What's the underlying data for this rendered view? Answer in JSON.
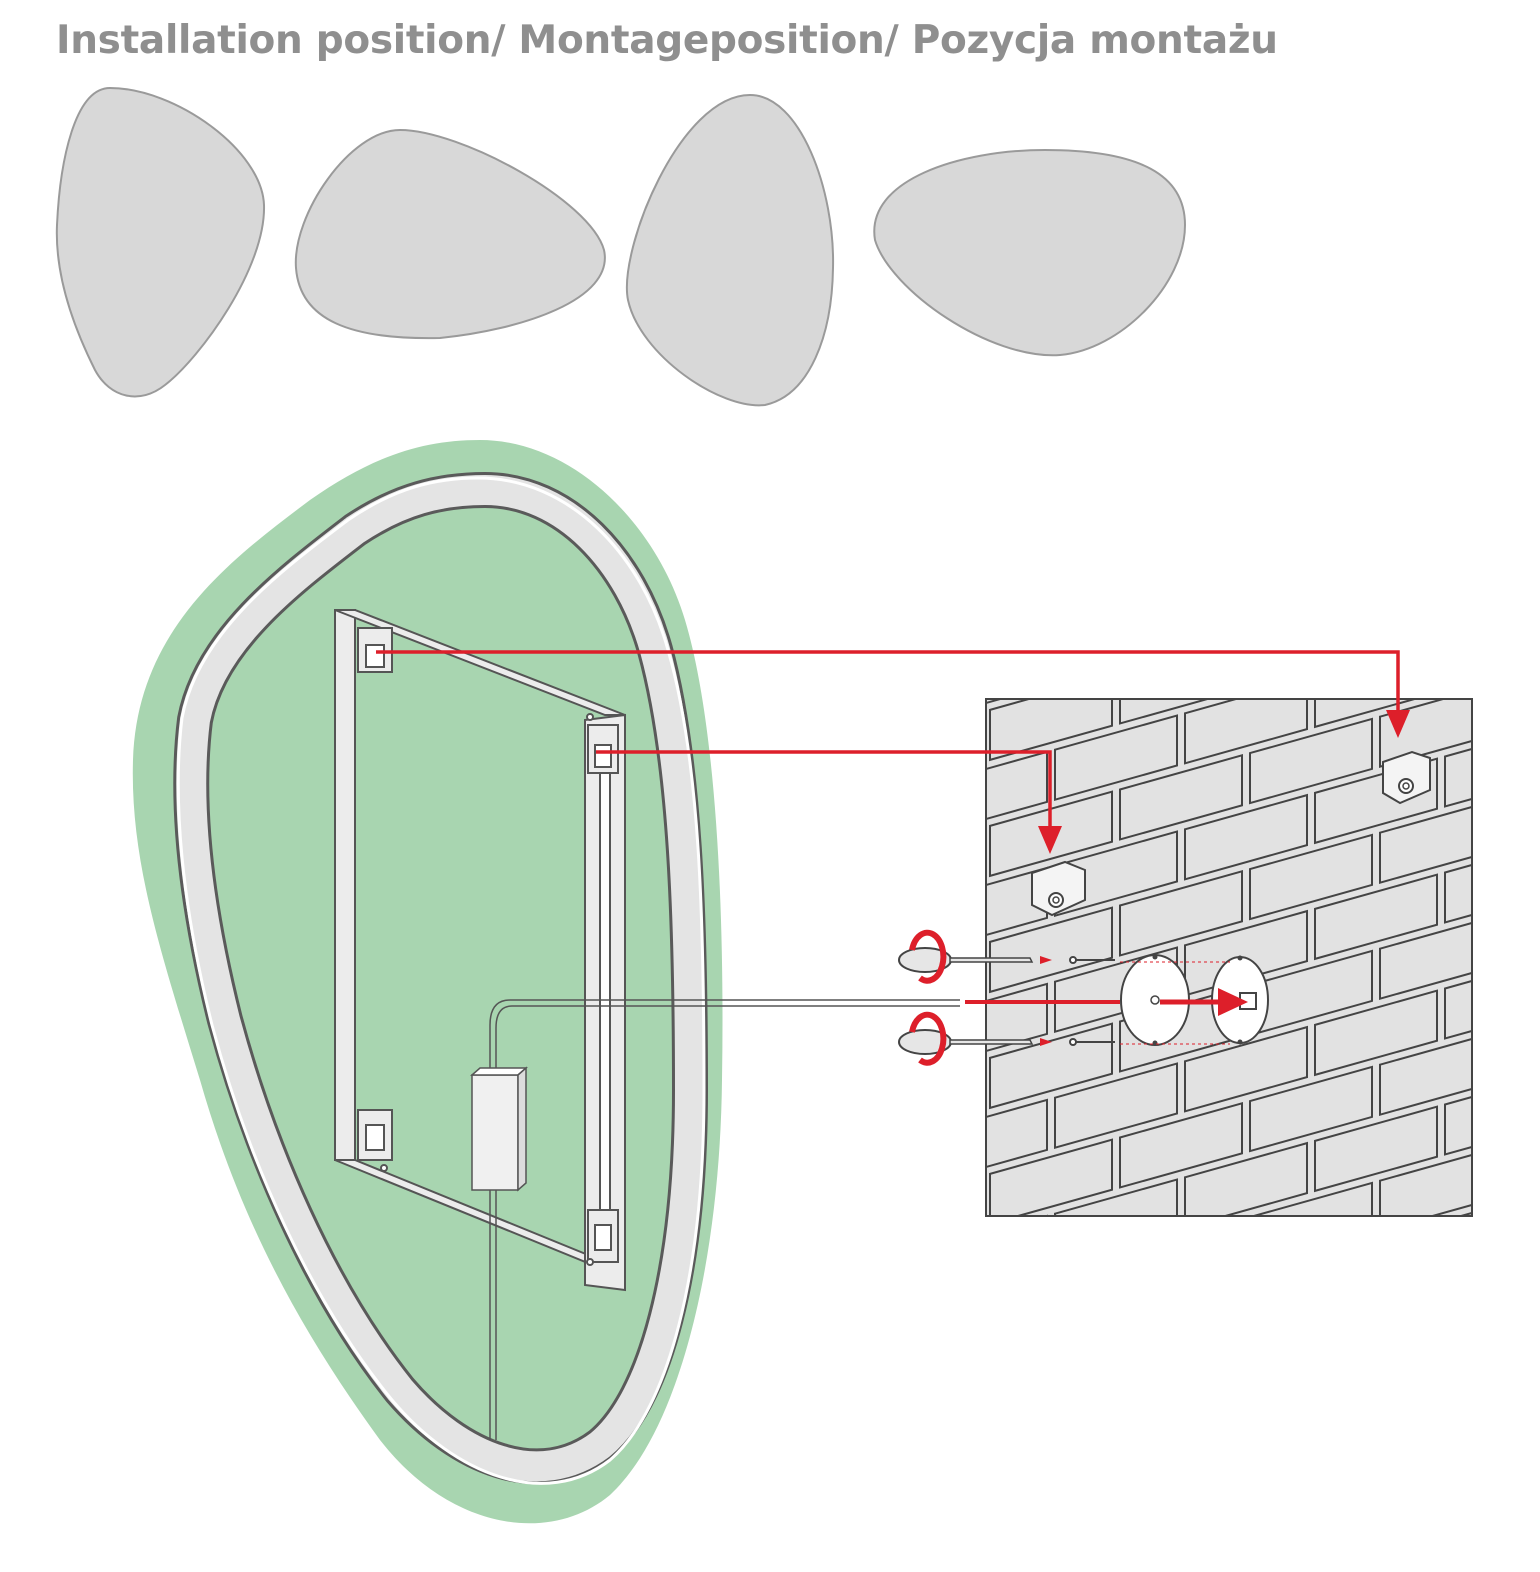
{
  "header": {
    "title": "Installation position/ Montageposition/ Pozycja montażu"
  },
  "positions": {
    "items": [
      {
        "id": "position-1",
        "name": "stone-shape-upright-left"
      },
      {
        "id": "position-2",
        "name": "stone-shape-landscape-left"
      },
      {
        "id": "position-3",
        "name": "stone-shape-upright-right"
      },
      {
        "id": "position-4",
        "name": "stone-shape-landscape-right"
      }
    ]
  },
  "colors": {
    "title": "#8f8f8f",
    "shape_fill": "#d8d8d8",
    "shape_stroke": "#9a9a9a",
    "mirror_fill": "#a8d5b0",
    "frame": "#ececec",
    "outline": "#555555",
    "arrow": "#dd1f2a",
    "wall": "#e2e2e2",
    "brick_line": "#444444"
  },
  "icons": {
    "mounting_bracket": "bracket-icon",
    "screwdriver": "screwdriver-icon",
    "rotate": "rotate-arrow-icon",
    "junction_box": "junction-box-icon"
  }
}
